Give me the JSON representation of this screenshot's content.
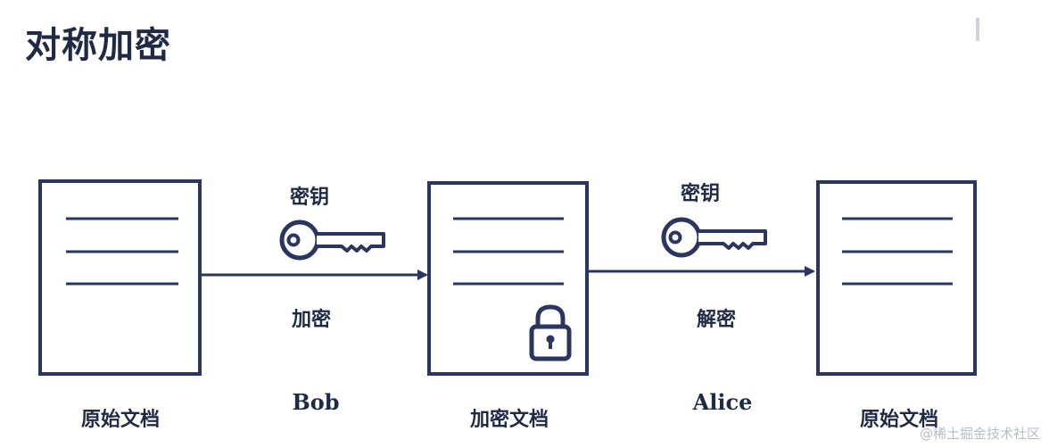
{
  "title": "对称加密",
  "documents": {
    "left": "原始文档",
    "middle": "加密文档",
    "right": "原始文档"
  },
  "key_labels": {
    "encrypt_key": "密钥",
    "decrypt_key": "密钥"
  },
  "actions": {
    "encrypt": "加密",
    "decrypt": "解密"
  },
  "people": {
    "sender": "Bob",
    "receiver": "Alice"
  },
  "watermark": "@稀土掘金技术社区",
  "colors": {
    "ink": "#1f2b45",
    "accent": "#2a3560"
  },
  "icons": [
    "key-icon",
    "padlock-icon",
    "arrow-icon",
    "document-icon"
  ]
}
